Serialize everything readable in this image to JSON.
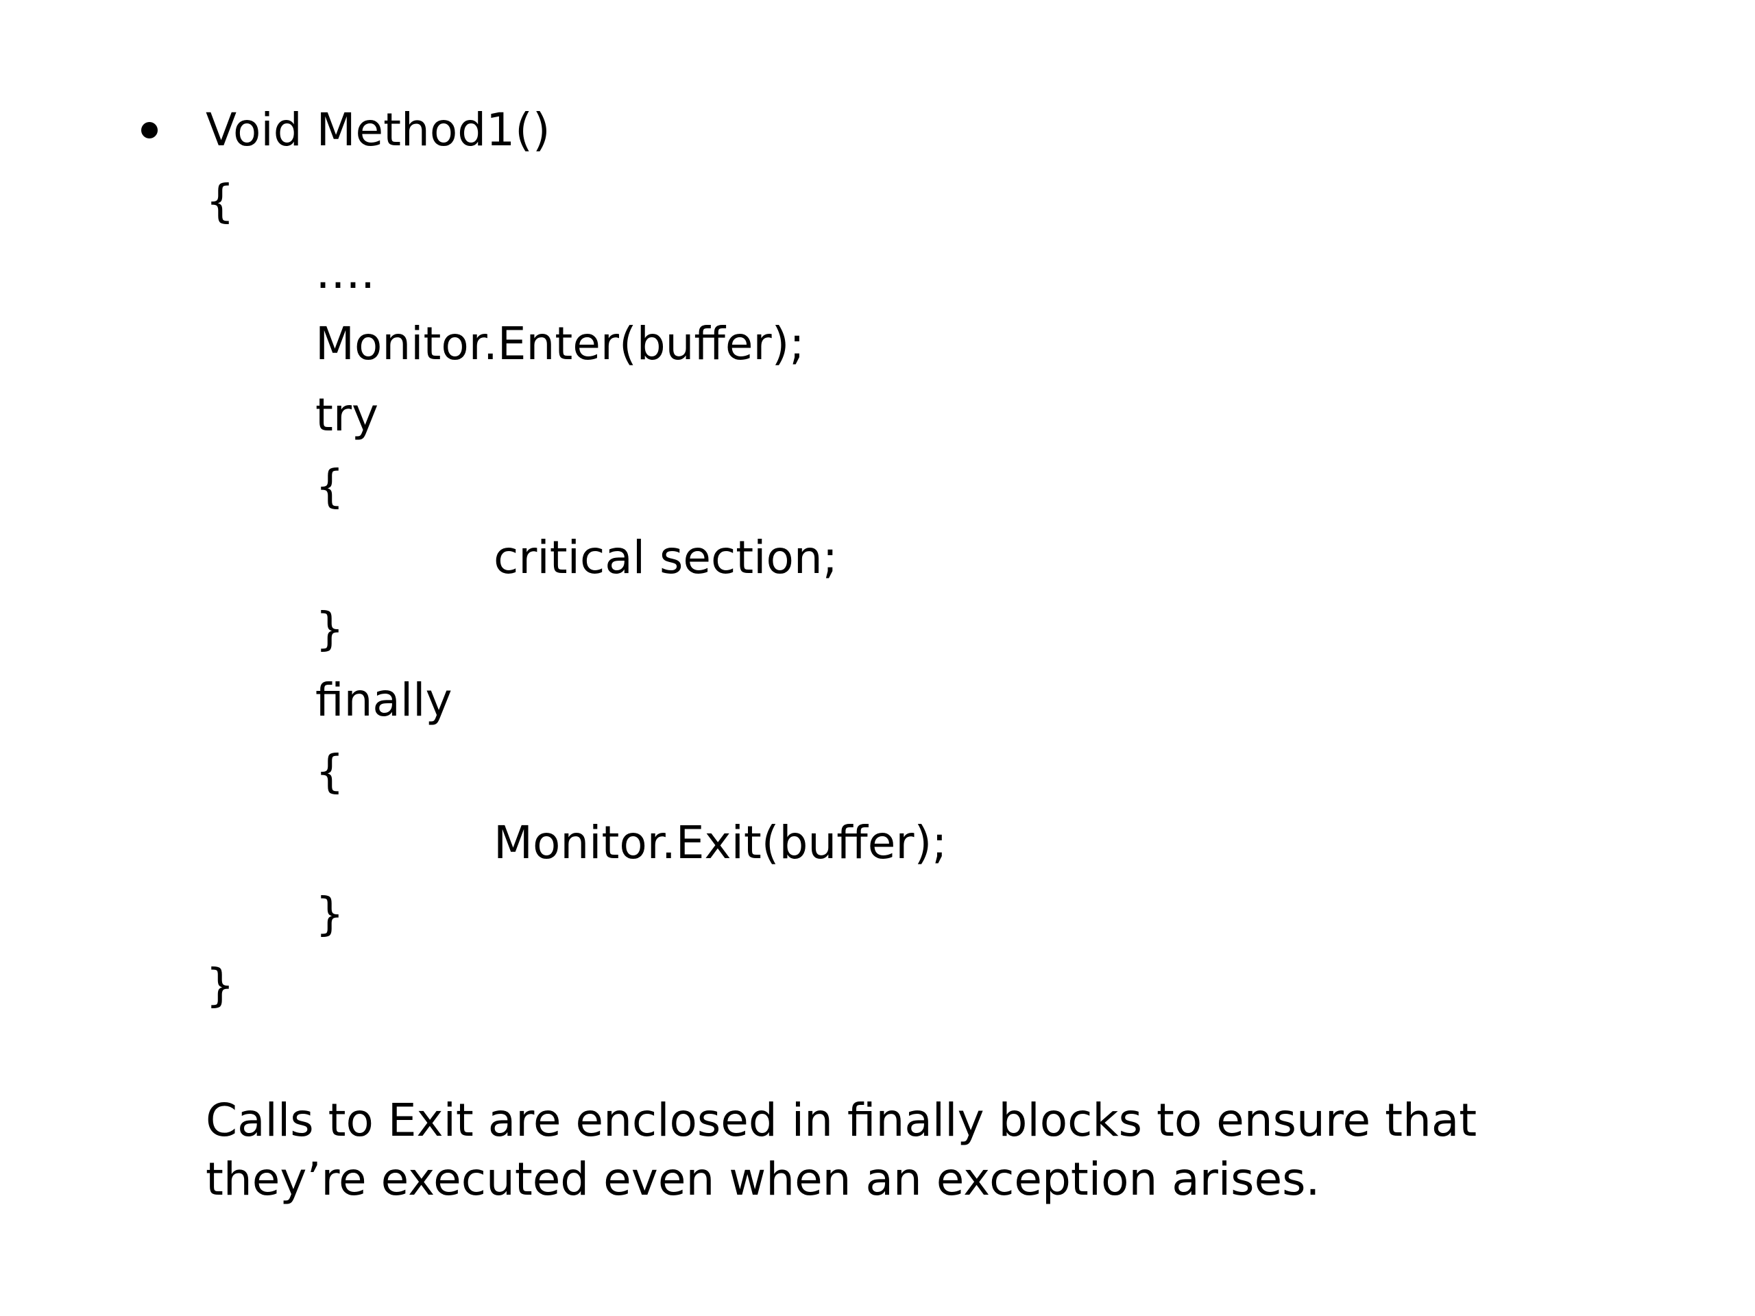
{
  "bullet_code": {
    "lines": [
      "Void Method1()",
      "{",
      "….",
      "Monitor.Enter(buffer);",
      "try",
      "{",
      "critical section;",
      "}",
      "finally",
      "{",
      "Monitor.Exit(buffer);",
      "}",
      "}"
    ]
  },
  "note": {
    "lines": [
      "Calls to Exit are enclosed in finally blocks to ensure that",
      "they’re executed even when an exception arises."
    ]
  }
}
